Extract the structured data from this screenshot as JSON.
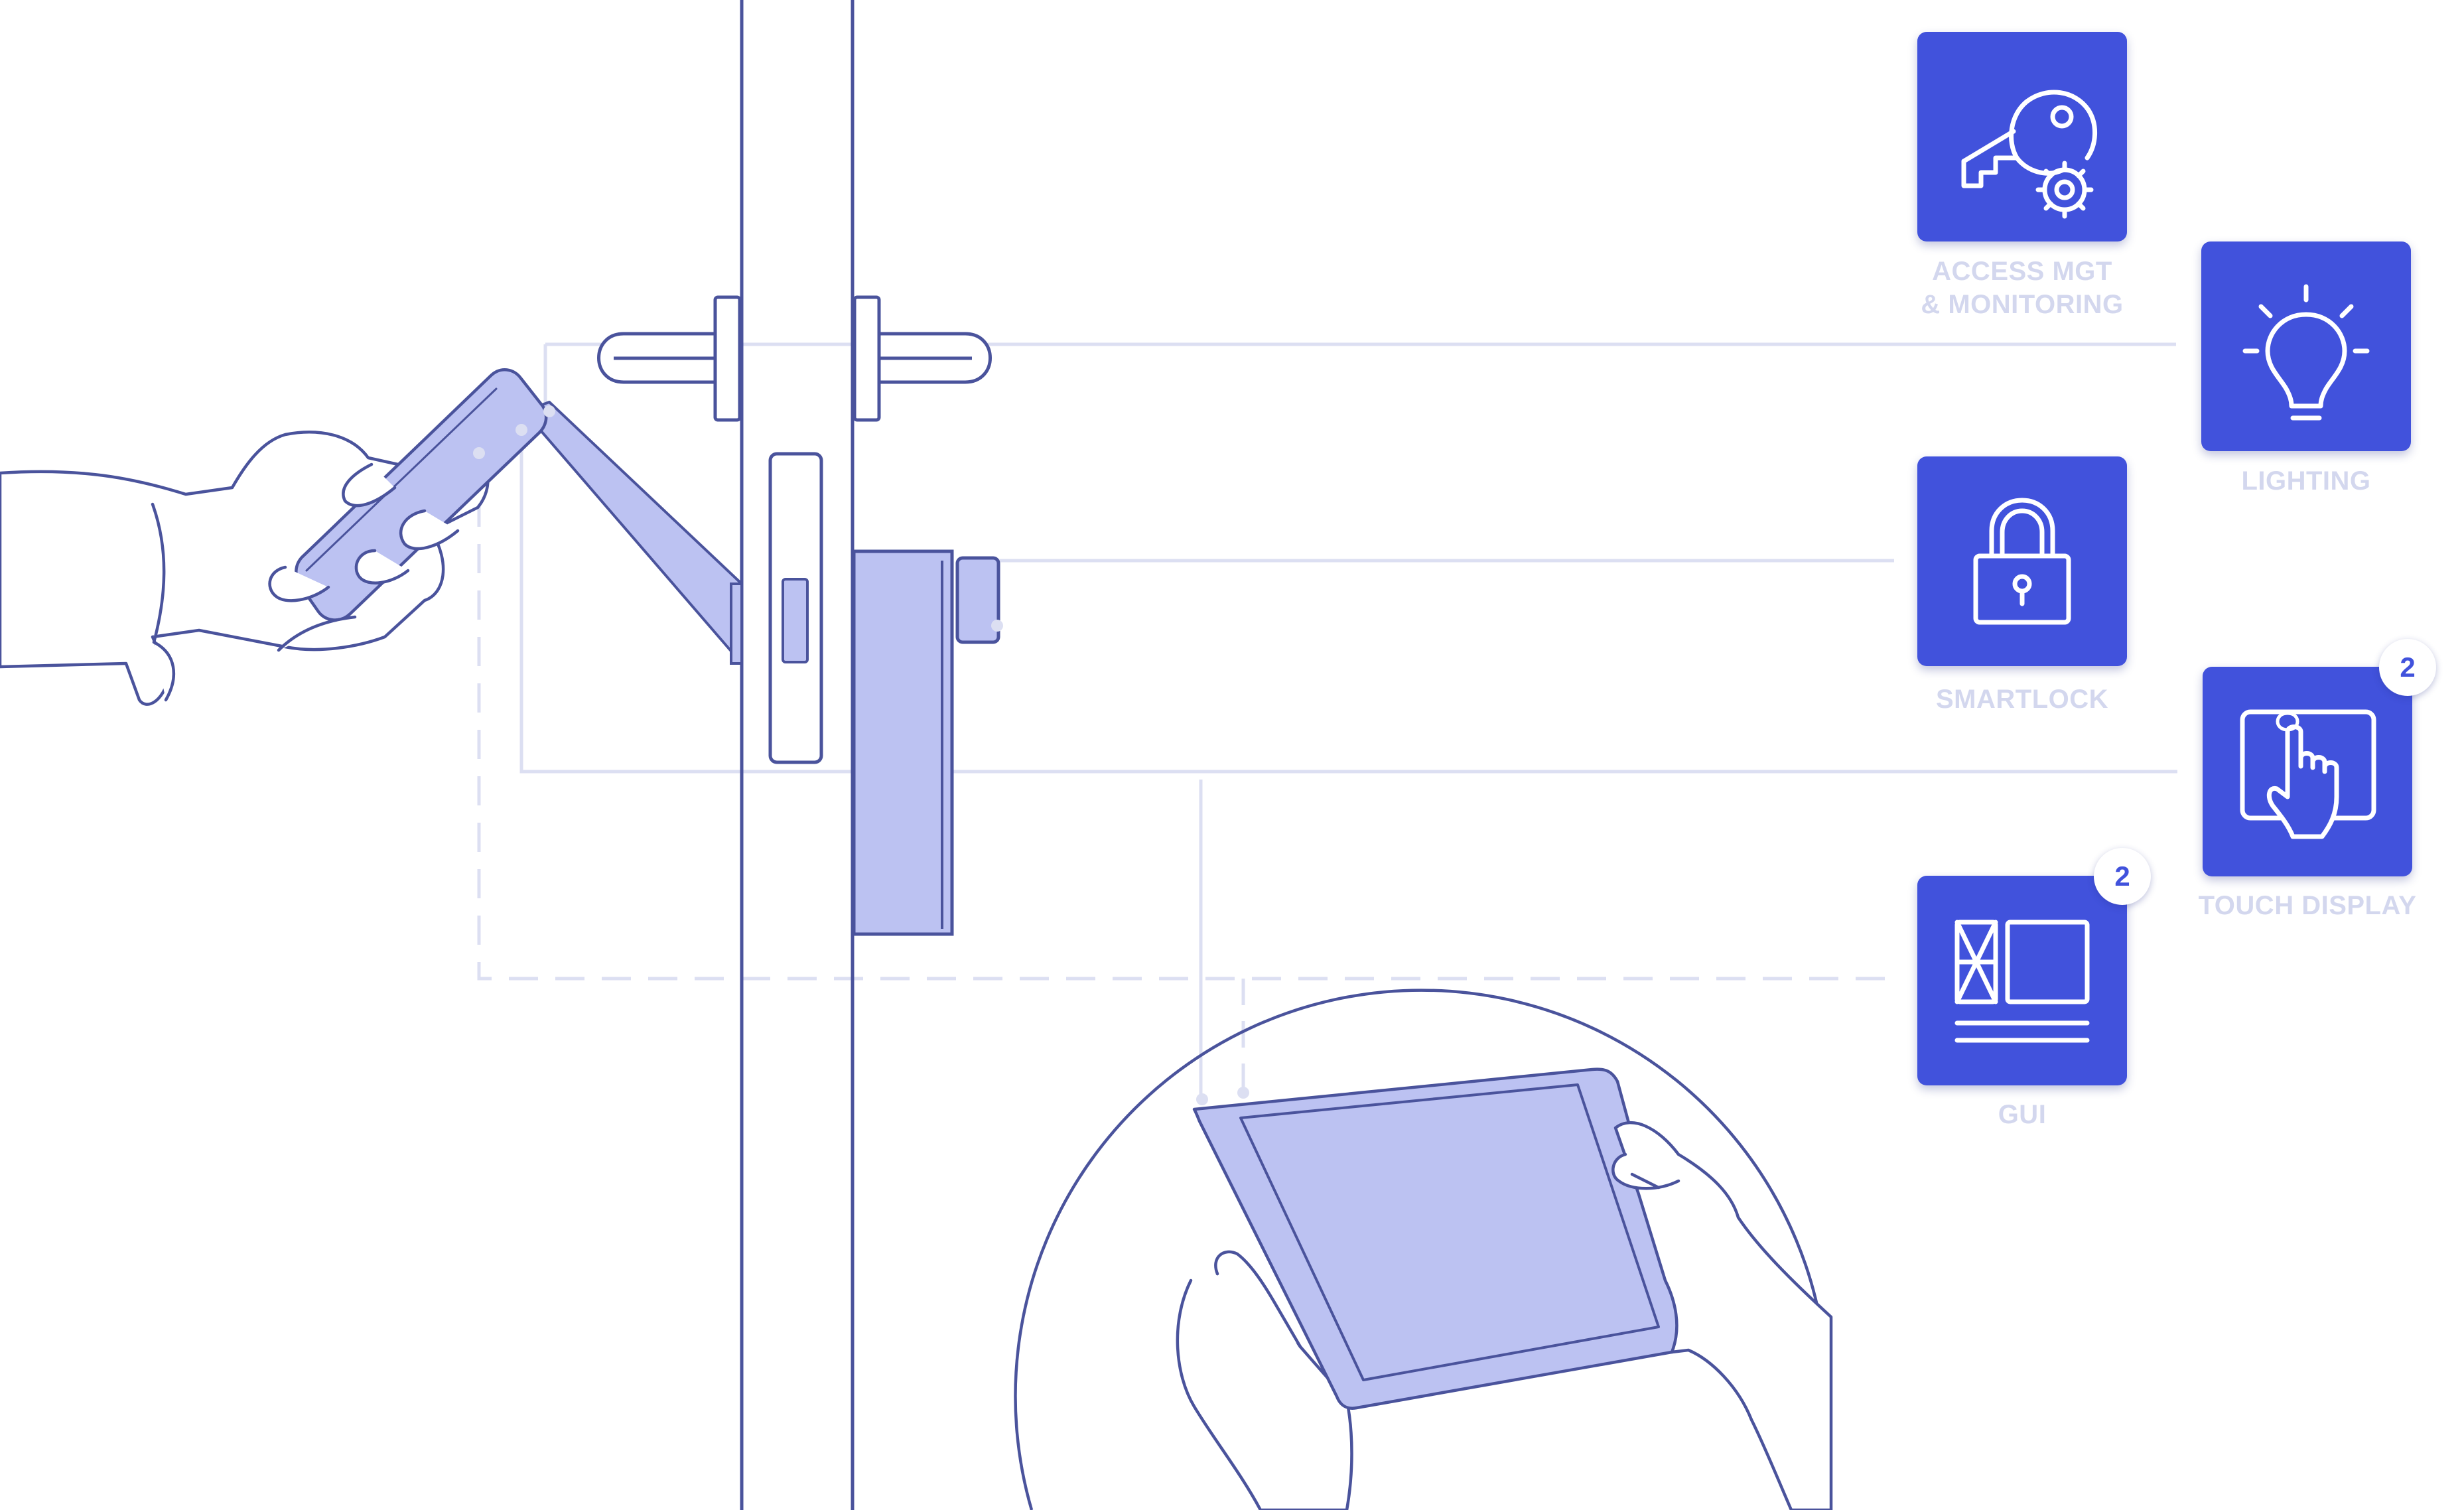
{
  "tiles": {
    "access": {
      "label_line1": "ACCESS MGT",
      "label_line2": "& MONITORING",
      "icon": "key-gear-icon"
    },
    "lighting": {
      "label": "LIGHTING",
      "icon": "lightbulb-icon"
    },
    "smartlock": {
      "label": "SMARTLOCK",
      "icon": "padlock-icon"
    },
    "touch_display": {
      "label": "TOUCH DISPLAY",
      "icon": "touch-screen-icon",
      "badge": "2"
    },
    "gui": {
      "label": "GUI",
      "icon": "gui-layout-icon",
      "badge": "2"
    }
  },
  "colors": {
    "accent": "#4152dc",
    "line": "#4a539c",
    "fill_light": "#bcc2f2",
    "connector": "#dcdff2",
    "label": "#d3d7ee"
  }
}
